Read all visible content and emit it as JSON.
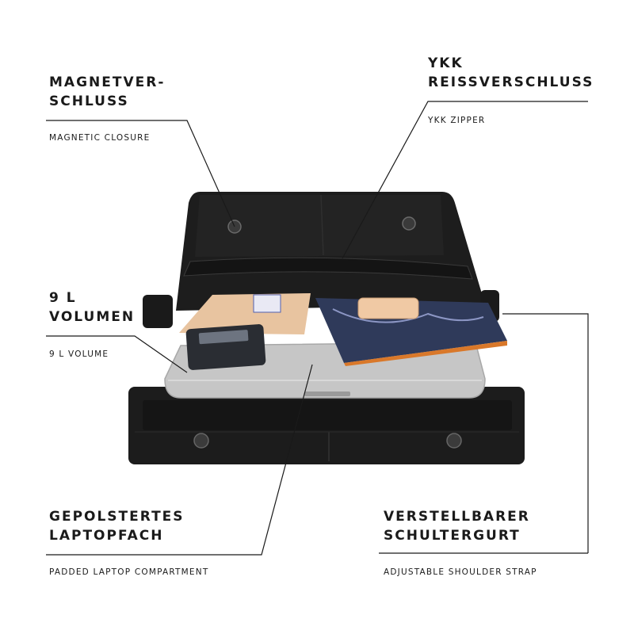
{
  "callouts": {
    "magnetic": {
      "title_line1": "MAGNETVER-",
      "title_line2": "SCHLUSS",
      "subtitle": "MAGNETIC CLOSURE"
    },
    "zipper": {
      "title_line1": "YKK",
      "title_line2": "REIßVERSCHLUSS",
      "subtitle": "YKK ZIPPER"
    },
    "volume": {
      "title_line1": "9 L",
      "title_line2": "VOLUMEN",
      "subtitle": "9 L VOLUME"
    },
    "laptop": {
      "title_line1": "GEPOLSTERTES",
      "title_line2": "LAPTOPFACH",
      "subtitle": "PADDED LAPTOP COMPARTMENT"
    },
    "strap": {
      "title_line1": "VERSTELLBARER",
      "title_line2": "SCHULTERGURT",
      "subtitle": "ADJUSTABLE SHOULDER STRAP"
    }
  },
  "colors": {
    "leather": "#1c1c1c",
    "leather_highlight": "#2e2e2e",
    "laptop": "#c9c9c9",
    "book_edge": "#d9782a",
    "text": "#1a1a1a"
  }
}
